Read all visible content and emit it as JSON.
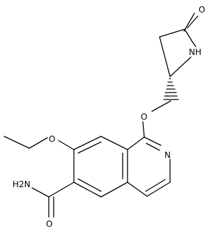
{
  "atoms": {
    "carbonyl_o_ring": "O",
    "lactam_nh": "NH",
    "ether_o": "O",
    "ring_n": "N",
    "ethoxy_o": "O",
    "amide_nh2": "H2N",
    "amide_o": "O"
  }
}
